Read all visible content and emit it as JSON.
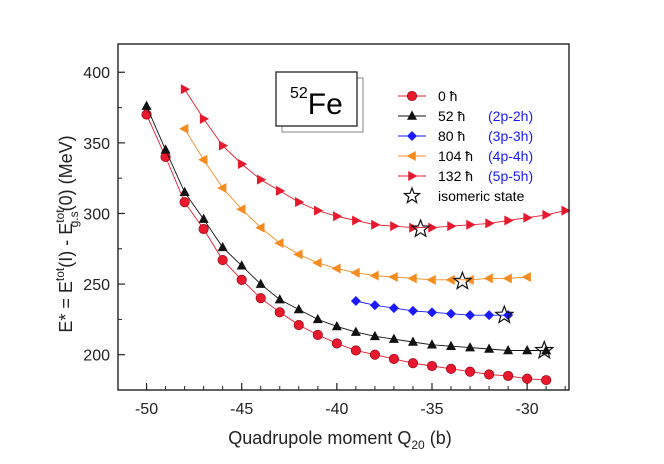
{
  "chart_data": {
    "type": "line",
    "xlabel": "Quadrupole moment Q",
    "xlabel_sub": "20",
    "xlabel_unit": " (b)",
    "ylabel": {
      "pre": "E* = E",
      "sup1": "tot",
      "mid1": "(I) - E",
      "sup2": "tot",
      "sub2": "g.s",
      "post": "(0) (MeV)"
    },
    "xlim": [
      -51.5,
      -27.8
    ],
    "ylim": [
      175,
      420
    ],
    "xticks": [
      -50,
      -45,
      -40,
      -35,
      -30
    ],
    "yticks": [
      200,
      250,
      300,
      350,
      400
    ],
    "label_box": {
      "sup": "52",
      "main": "Fe"
    },
    "series": [
      {
        "name": "0 ħ",
        "ph": "",
        "color": "#e8192c",
        "marker": "circle",
        "text_color": "#000000",
        "x": [
          -50,
          -49,
          -48,
          -47,
          -46,
          -45,
          -44,
          -43,
          -42,
          -41,
          -40,
          -39,
          -38,
          -37,
          -36,
          -35,
          -34,
          -33,
          -32,
          -31,
          -30,
          -29
        ],
        "y": [
          370,
          340,
          308,
          289,
          267,
          253,
          240,
          230,
          221,
          214,
          208,
          203,
          200,
          197,
          194,
          192,
          190,
          188,
          186,
          185,
          183,
          182
        ]
      },
      {
        "name": "52 ħ",
        "ph": "(2p-2h)",
        "color": "#111111",
        "marker": "triangle-up",
        "text_color": "#1a1aff",
        "x": [
          -50,
          -49,
          -48,
          -47,
          -46,
          -45,
          -44,
          -43,
          -42,
          -41,
          -40,
          -39,
          -38,
          -37,
          -36,
          -35,
          -34,
          -33,
          -32,
          -31,
          -30,
          -29
        ],
        "y": [
          376,
          345,
          315,
          296,
          276,
          263,
          250,
          239,
          232,
          225,
          220,
          216,
          213,
          211,
          209,
          207,
          206,
          205,
          204,
          203,
          203,
          203
        ]
      },
      {
        "name": "80 ħ",
        "ph": "(3p-3h)",
        "color": "#1a1aff",
        "marker": "diamond",
        "text_color": "#1a1aff",
        "x": [
          -39,
          -38,
          -37,
          -36,
          -35,
          -34,
          -33,
          -32,
          -31
        ],
        "y": [
          238,
          235,
          233,
          231,
          230,
          229,
          228,
          228,
          228
        ]
      },
      {
        "name": "104 ħ",
        "ph": "(4p-4h)",
        "color": "#f68b1f",
        "marker": "triangle-left",
        "text_color": "#1a1aff",
        "x": [
          -48,
          -47,
          -46,
          -45,
          -44,
          -43,
          -42,
          -41,
          -40,
          -39,
          -38,
          -37,
          -36,
          -35,
          -34,
          -33,
          -32,
          -31,
          -30
        ],
        "y": [
          360,
          338,
          318,
          303,
          290,
          279,
          271,
          265,
          261,
          258,
          256,
          255,
          254,
          253,
          253,
          253,
          254,
          254,
          255
        ]
      },
      {
        "name": "132 ħ",
        "ph": "(5p-5h)",
        "color": "#e8192c",
        "marker": "triangle-right",
        "text_color": "#1a1aff",
        "x": [
          -48,
          -47,
          -46,
          -45,
          -44,
          -43,
          -42,
          -41,
          -40,
          -39,
          -38,
          -37,
          -36,
          -35,
          -34,
          -33,
          -32,
          -31,
          -30,
          -29,
          -28
        ],
        "y": [
          388,
          367,
          348,
          335,
          324,
          316,
          308,
          302,
          298,
          295,
          292,
          291,
          290,
          290,
          291,
          292,
          293,
          295,
          297,
          299,
          302
        ]
      }
    ],
    "isomeric_state": {
      "name": "isomeric state",
      "x": [
        -35.6,
        -33.4,
        -31.2,
        -29.1
      ],
      "y": [
        289,
        252,
        228,
        203
      ]
    }
  }
}
